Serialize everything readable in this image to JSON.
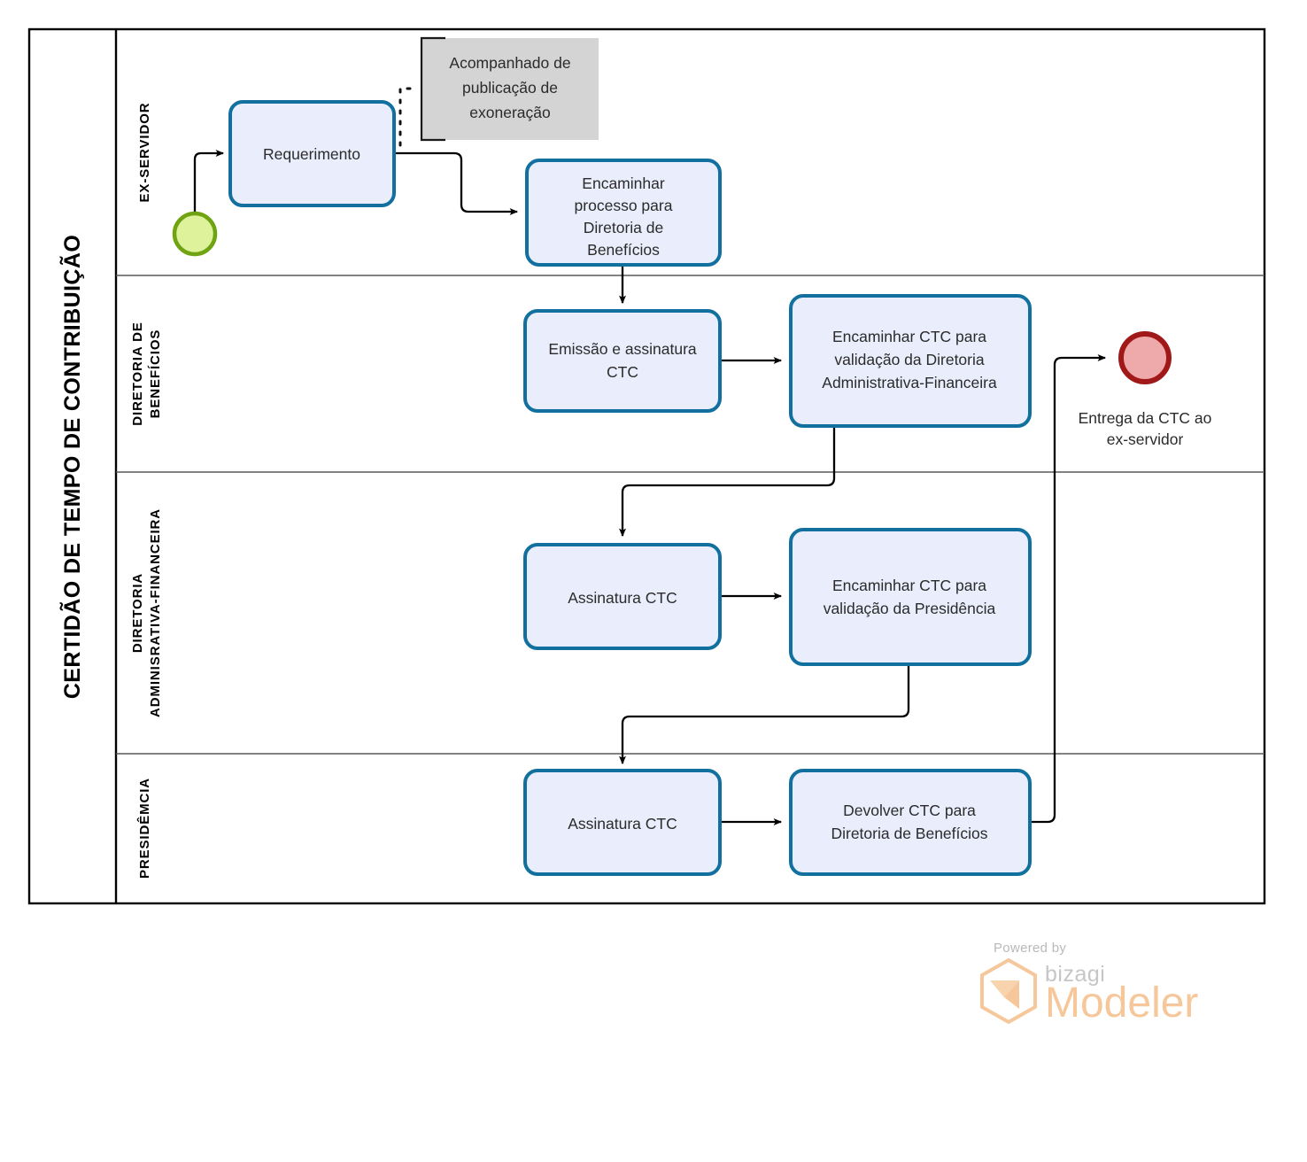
{
  "pool": {
    "title": "CERTIDÃO DE TEMPO DE CONTRIBUIÇÃO"
  },
  "lanes": [
    {
      "id": "ex-servidor",
      "label": "EX-SERVIDOR"
    },
    {
      "id": "diretoria-beneficios",
      "label": "DIRETORIA DE\nBENEFÍCIOS"
    },
    {
      "id": "diretoria-adm-financeira",
      "label": "DIRETORIA\nADMINISRATIVA-FINANCEIRA"
    },
    {
      "id": "presidencia",
      "label": "PRESIDÊMCIA"
    }
  ],
  "lane_labels": {
    "ex_servidor": "EX-SERVIDOR",
    "beneficios_line1": "DIRETORIA DE",
    "beneficios_line2": "BENEFÍCIOS",
    "adm_line1": "DIRETORIA",
    "adm_line2": "ADMINISRATIVA-FINANCEIRA",
    "presidencia": "PRESIDÊMCIA"
  },
  "events": {
    "start": {
      "name": "start-event",
      "label": "",
      "fill": "#ddf29b",
      "stroke": "#6fa312"
    },
    "end": {
      "name": "end-event",
      "label_line1": "Entrega da CTC ao",
      "label_line2": "ex-servidor",
      "fill": "#eeaaaa",
      "stroke": "#a01818"
    }
  },
  "annotation": {
    "line1": "Acompanhado de",
    "line2": "publicação de",
    "line3": "exoneração"
  },
  "tasks": {
    "requerimento": {
      "lines": [
        "Requerimento"
      ]
    },
    "encaminhar_processo": {
      "lines": [
        "Encaminhar",
        "processo para",
        "Diretoria de",
        "Benefícios"
      ]
    },
    "emissao_assinatura": {
      "lines": [
        "Emissão e assinatura",
        "CTC"
      ]
    },
    "encaminhar_daf": {
      "lines": [
        "Encaminhar CTC para",
        "validação da Diretoria",
        "Administrativa-Financeira"
      ]
    },
    "assinatura_daf": {
      "lines": [
        "Assinatura CTC"
      ]
    },
    "encaminhar_presidencia": {
      "lines": [
        "Encaminhar CTC para",
        "validação da Presidência"
      ]
    },
    "assinatura_presidencia": {
      "lines": [
        "Assinatura CTC"
      ]
    },
    "devolver_ctc": {
      "lines": [
        "Devolver CTC para",
        "Diretoria de Benefícios"
      ]
    }
  },
  "footer": {
    "powered_by": "Powered by",
    "brand": "bizagi",
    "product": "Modeler"
  },
  "colors": {
    "task_fill": "#eaeefc",
    "task_stroke": "#11709e",
    "annotation_fill": "#d4d4d4",
    "pool_stroke": "#000000",
    "lane_stroke": "#595959",
    "flow_stroke": "#000000",
    "modeler_orange": "#f6c79a"
  }
}
